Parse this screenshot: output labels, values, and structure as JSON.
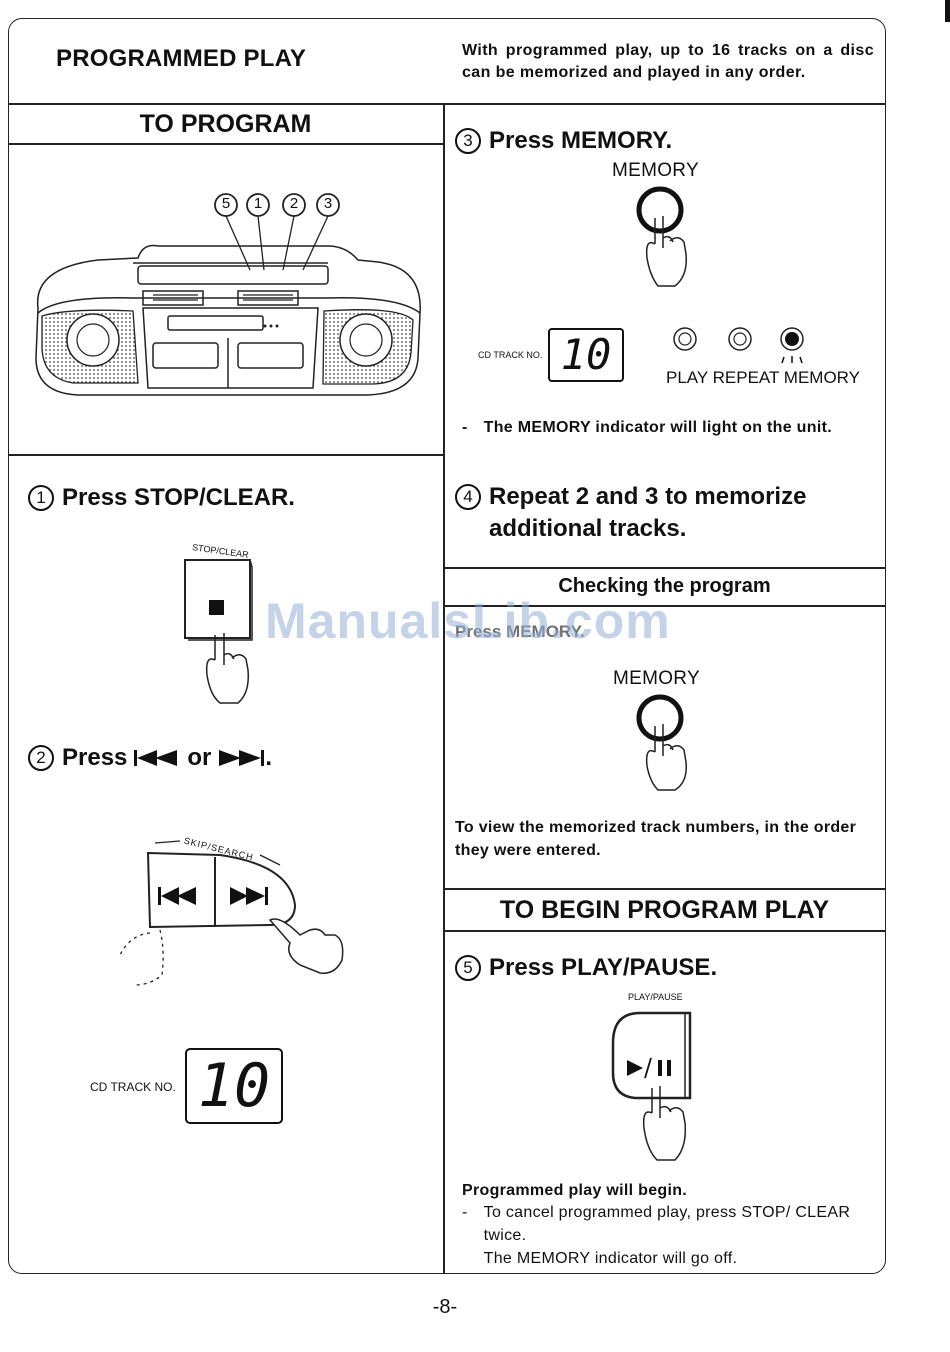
{
  "header": {
    "title": "PROGRAMMED PLAY",
    "intro": "With programmed play, up to 16 tracks on a disc can be memorized and played in any order."
  },
  "left": {
    "section_title": "TO PROGRAM",
    "diagram_callouts": [
      "5",
      "1",
      "2",
      "3"
    ],
    "step1": {
      "number": "1",
      "text": "Press STOP/CLEAR.",
      "button_label": "STOP/CLEAR"
    },
    "step2": {
      "number": "2",
      "text_prefix": "Press",
      "text_or": "or",
      "text_suffix": ".",
      "skip_label": "SKIP/SEARCH"
    },
    "display": {
      "label": "CD TRACK NO.",
      "value": "10"
    }
  },
  "right": {
    "step3": {
      "number": "3",
      "text": "Press MEMORY.",
      "button_label": "MEMORY"
    },
    "display": {
      "label": "CD TRACK NO.",
      "value": "10"
    },
    "indicator_labels": "PLAY REPEAT MEMORY",
    "step3_note_bullet": "-",
    "step3_note": "The MEMORY indicator will light on the unit.",
    "step4": {
      "number": "4",
      "text": "Repeat 2 and 3 to memorize additional tracks."
    },
    "checking": {
      "title": "Checking the program",
      "instruction": "Press MEMORY.",
      "button_label": "MEMORY",
      "text": "To view the memorized track numbers, in the order they were entered."
    },
    "begin": {
      "title": "TO BEGIN PROGRAM PLAY",
      "step5": {
        "number": "5",
        "text": "Press PLAY/PAUSE.",
        "button_label": "PLAY/PAUSE"
      },
      "result": "Programmed play will begin.",
      "note_bullet": "-",
      "note_line1": "To cancel programmed play, press STOP/ CLEAR twice.",
      "note_line2": "The MEMORY indicator will go off."
    }
  },
  "watermark": "ManualsLib.com",
  "page_number": "-8-",
  "colors": {
    "ink": "#111111",
    "watermark": "#96afd7"
  }
}
